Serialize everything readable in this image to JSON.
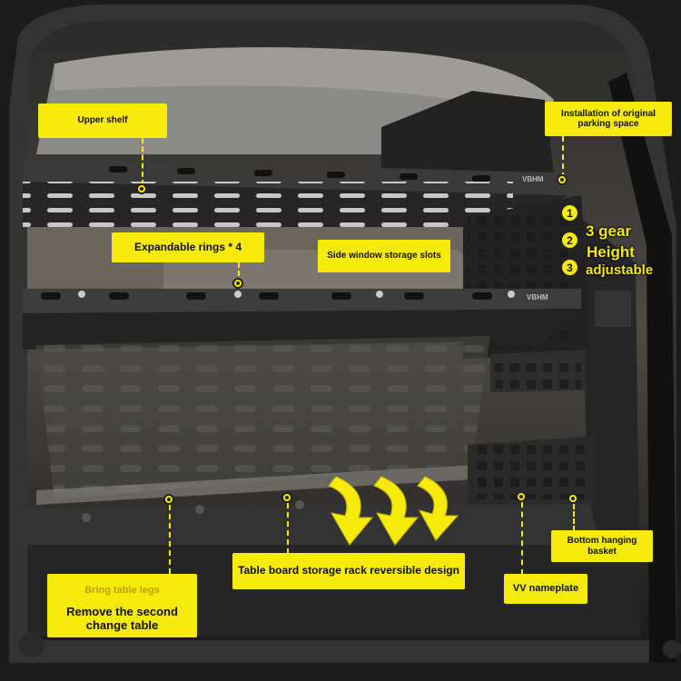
{
  "labels": {
    "upper_shelf": "Upper shelf",
    "original_parking": "Installation of original parking space",
    "expandable_rings": "Expandable rings * 4",
    "side_window": "Side window storage slots",
    "three_gear": "3 gear",
    "height": "Height",
    "adjustable": "adjustable",
    "gear_1": "1",
    "gear_2": "2",
    "gear_3": "3",
    "table_board": "Table board storage rack reversible design",
    "bring_table_legs": "Bring table legs",
    "remove_table": "Remove the second change table",
    "vv_nameplate": "VV nameplate",
    "bottom_basket": "Bottom hanging basket",
    "brand_mark": "VBHM"
  },
  "colors": {
    "callout": "#f6ea0a",
    "shelf": "#2b2b2b",
    "frame": "#3a3a3a"
  },
  "icons": [
    "location-dot-icon",
    "down-arrow-icon"
  ]
}
